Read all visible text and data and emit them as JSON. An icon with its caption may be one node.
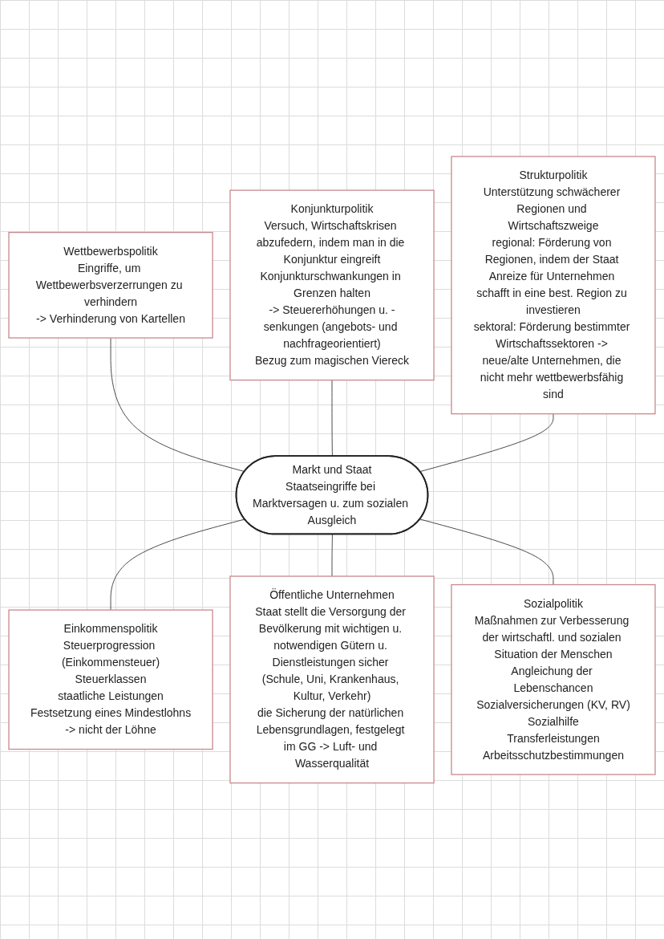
{
  "diagram": {
    "nodes": [
      {
        "text": [
          "Konjunkturpolitik",
          "Versuch, Wirtschaftskrisen abzufedern, indem man in die Konjunktur eingreift",
          "Konjunkturschwankungen in Grenzen halten",
          "-> Steuererhöhungen u. -senkungen (angebots- und nachfrageorientiert)",
          "Bezug zum magischen Viereck"
        ]
      },
      {
        "text": [
          "Strukturpolitik",
          "Unterstützung schwächerer Regionen und Wirtschaftszweige",
          "regional: Förderung von Regionen, indem der Staat Anreize für Unternehmen schafft in eine best. Region zu investieren",
          "sektoral: Förderung bestimmter Wirtschaftssektoren -> neue/alte Unternehmen, die nicht mehr wettbewerbsfähig sind"
        ]
      },
      {
        "text": [
          "Wettbewerbspolitik",
          "Eingriffe, um Wettbewerbsverzerrungen zu verhindern",
          "-> Verhinderung von Kartellen"
        ]
      },
      {
        "text": [
          "Markt und Staat",
          "Staatseingriffe bei Marktversagen u. zum sozialen Ausgleich"
        ]
      },
      {
        "text": [
          "Einkommenspolitik",
          "Steuerprogression (Einkommensteuer)",
          "Steuerklassen",
          "staatliche Leistungen",
          "Festsetzung eines Mindestlohns",
          "-> nicht der Löhne"
        ]
      },
      {
        "text": [
          "Öffentliche Unternehmen",
          "Staat stellt die Versorgung der Bevölkerung mit wichtigen u. notwendigen Gütern u. Dienstleistungen sicher (Schule, Uni, Krankenhaus, Kultur, Verkehr)",
          "die Sicherung der natürlichen Lebensgrundlagen, festgelegt im GG -> Luft- und Wasserqualität"
        ]
      },
      {
        "text": [
          "Sozialpolitik",
          "Maßnahmen zur Verbesserung der wirtschaftl. und sozialen Situation der Menschen",
          "Angleichung der Lebenschancen",
          "Sozialversicherungen (KV, RV)",
          "Sozialhilfe",
          "Transferleistungen",
          "Arbeitsschutzbestimmungen"
        ]
      }
    ],
    "edges": [
      {
        "from": 2,
        "to": 3,
        "arrow": "none"
      },
      {
        "from": 0,
        "to": 3,
        "arrow": "none"
      },
      {
        "from": 1,
        "to": 3,
        "arrow": "none"
      },
      {
        "from": 3,
        "to": 4,
        "arrow": "none"
      },
      {
        "from": 3,
        "to": 5,
        "arrow": "none"
      },
      {
        "from": 3,
        "to": 6,
        "arrow": "none"
      }
    ]
  }
}
